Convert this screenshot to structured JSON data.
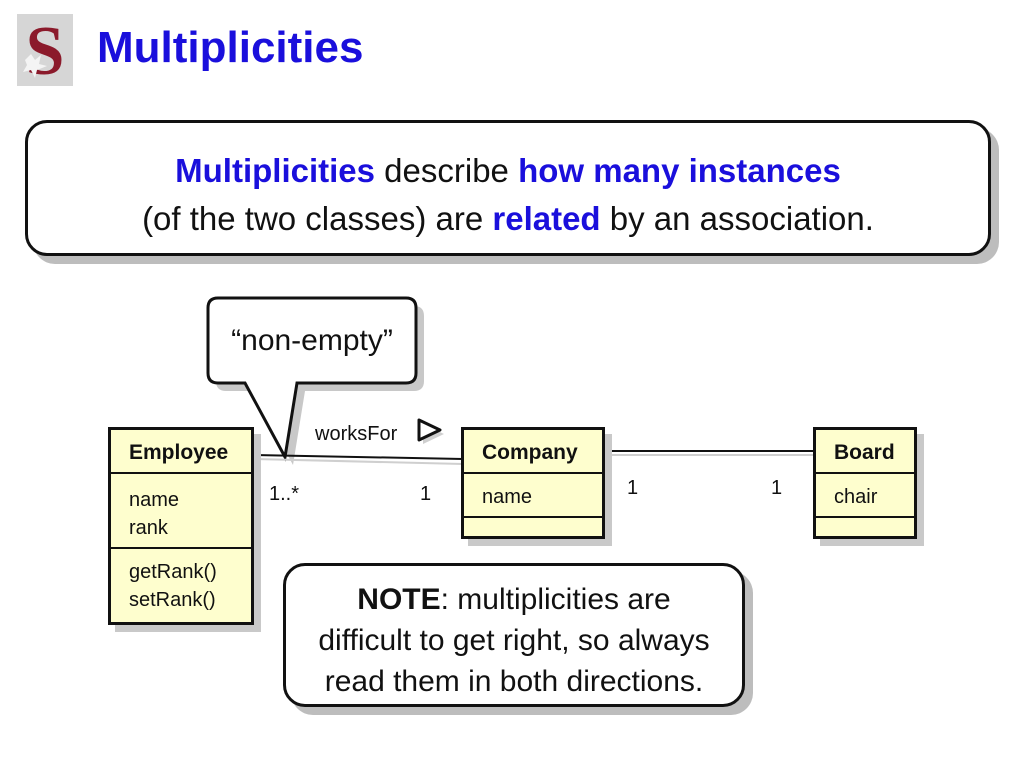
{
  "slide": {
    "title": "Multiplicities"
  },
  "definition": {
    "term": "Multiplicities",
    "text1": " describe ",
    "emph1": "how many instances",
    "text2": "(of the two classes) are ",
    "emph2": "related",
    "text3": " by an association."
  },
  "callout": {
    "text": "“non-empty”"
  },
  "note": {
    "label": "NOTE",
    "line1": ": multiplicities are",
    "line2": "difficult to get right, so always",
    "line3": "read them in both directions."
  },
  "diagram": {
    "classes": [
      {
        "name": "Employee",
        "attributes": [
          "name",
          "rank"
        ],
        "operations": [
          "getRank()",
          "setRank()"
        ]
      },
      {
        "name": "Company",
        "attributes": [
          "name"
        ],
        "operations": []
      },
      {
        "name": "Board",
        "attributes": [
          "chair"
        ],
        "operations": []
      }
    ],
    "associations": [
      {
        "name": "worksFor",
        "source_multiplicity": "1..*",
        "target_multiplicity": "1"
      },
      {
        "name": "",
        "source_multiplicity": "1",
        "target_multiplicity": "1"
      }
    ]
  },
  "colors": {
    "accent": "#1a0fdc",
    "class_fill": "#fefece",
    "shadow": "#bdbdbd"
  }
}
